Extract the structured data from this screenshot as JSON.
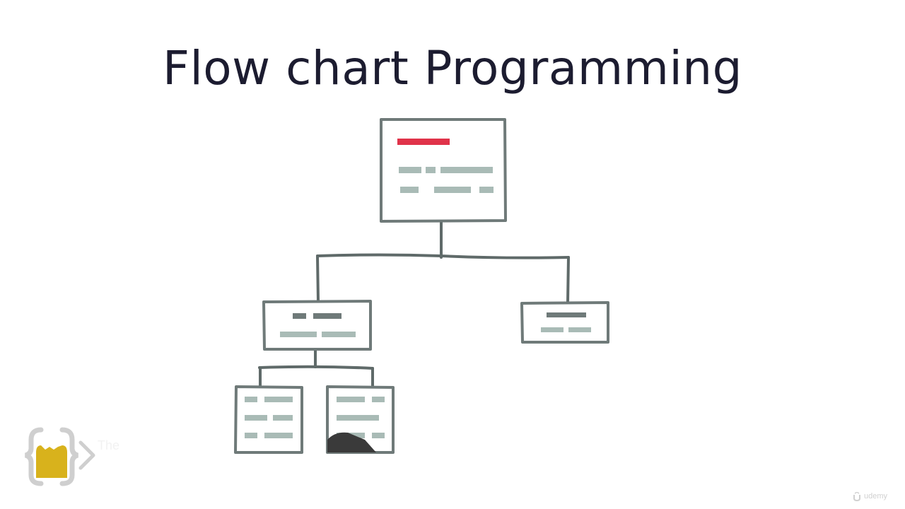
{
  "slide": {
    "title": "Flow chart Programming"
  },
  "colors": {
    "background": "#ffffff",
    "title": "#1c1c30",
    "box_border": "#6f7a79",
    "line": "#5f6a69",
    "placeholder_text": "#a9bbb6",
    "placeholder_dark": "#6f7a79",
    "highlight": "#e0334a",
    "logo_brace": "#cfcfcf",
    "logo_fill": "#d8b21c"
  },
  "diagram": {
    "type": "hierarchy",
    "nodes": [
      {
        "id": "root",
        "level": 0,
        "has_highlight": true
      },
      {
        "id": "child-left",
        "level": 1
      },
      {
        "id": "child-right",
        "level": 1
      },
      {
        "id": "grandchild-left",
        "level": 2
      },
      {
        "id": "grandchild-right",
        "level": 2
      }
    ],
    "edges": [
      [
        "root",
        "child-left"
      ],
      [
        "root",
        "child-right"
      ],
      [
        "child-left",
        "grandchild-left"
      ],
      [
        "child-left",
        "grandchild-right"
      ]
    ]
  },
  "logo": {
    "name": "brace-logo-icon",
    "text": "The"
  },
  "watermark": {
    "icon": "udemy-icon",
    "text": "udemy"
  }
}
